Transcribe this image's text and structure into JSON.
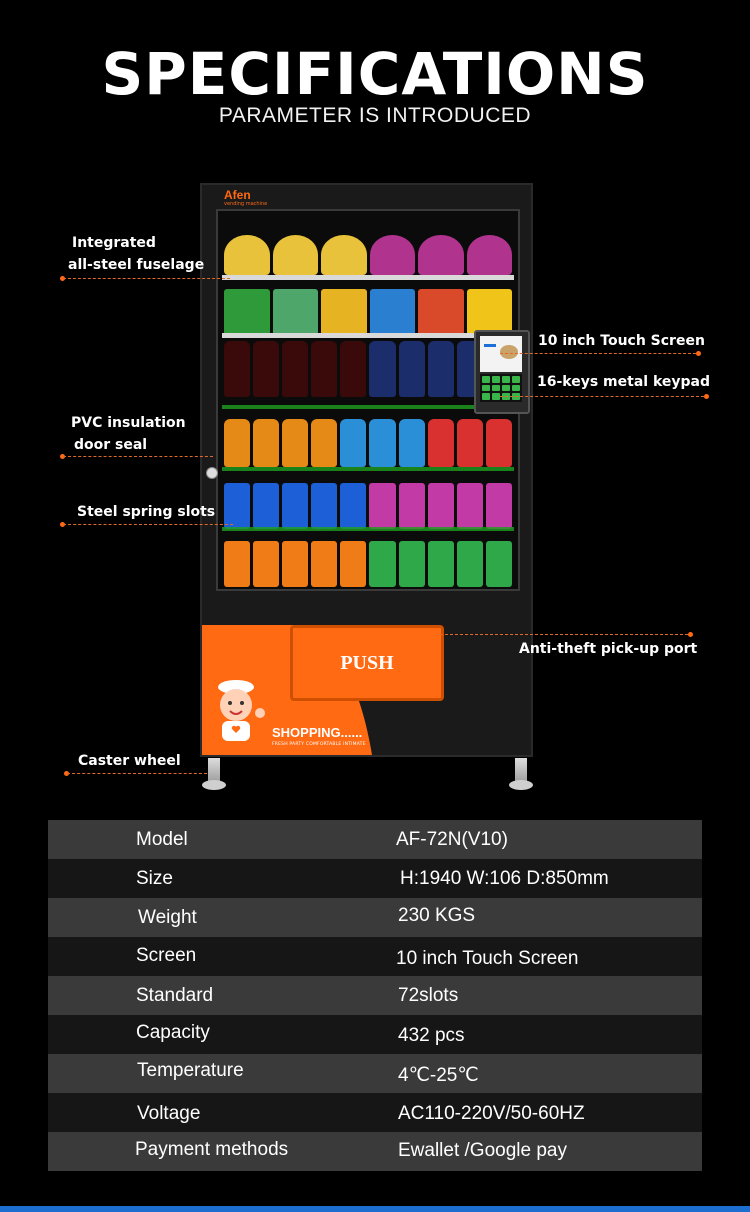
{
  "header": {
    "title": "SPECIFICATIONS",
    "subtitle": "PARAMETER IS INTRODUCED"
  },
  "machine": {
    "brand": "Afen",
    "brand_sub": "vending machine",
    "door_button": "PUSH",
    "shopping_text": "SHOPPING......",
    "shopping_sub": "FRESH PARTY COMFORTABLE INTIMATE"
  },
  "callouts": {
    "fuselage_1": "Integrated",
    "fuselage_2": "all-steel fuselage",
    "seal_1": "PVC insulation",
    "seal_2": "door seal",
    "spring": "Steel spring slots",
    "caster": "Caster wheel",
    "touch_screen": "10 inch Touch Screen",
    "keypad": "16-keys metal keypad",
    "pickup": "Anti-theft pick-up port"
  },
  "specs": [
    {
      "key": "Model",
      "value": "AF-72N(V10)"
    },
    {
      "key": "Size",
      "value": "H:1940 W:106 D:850mm"
    },
    {
      "key": "Weight",
      "value": "230 KGS"
    },
    {
      "key": "Screen",
      "value": "10 inch Touch Screen"
    },
    {
      "key": "Standard",
      "value": "72slots"
    },
    {
      "key": "Capacity",
      "value": "432 pcs"
    },
    {
      "key": "Temperature",
      "value": "4℃-25℃"
    },
    {
      "key": "Voltage",
      "value": "AC110-220V/50-60HZ"
    },
    {
      "key": "Payment methods",
      "value": "Ewallet /Google pay"
    }
  ],
  "colors": {
    "accent": "#ff6a13",
    "row_dark": "#161616",
    "row_light": "#3a3a3a"
  }
}
